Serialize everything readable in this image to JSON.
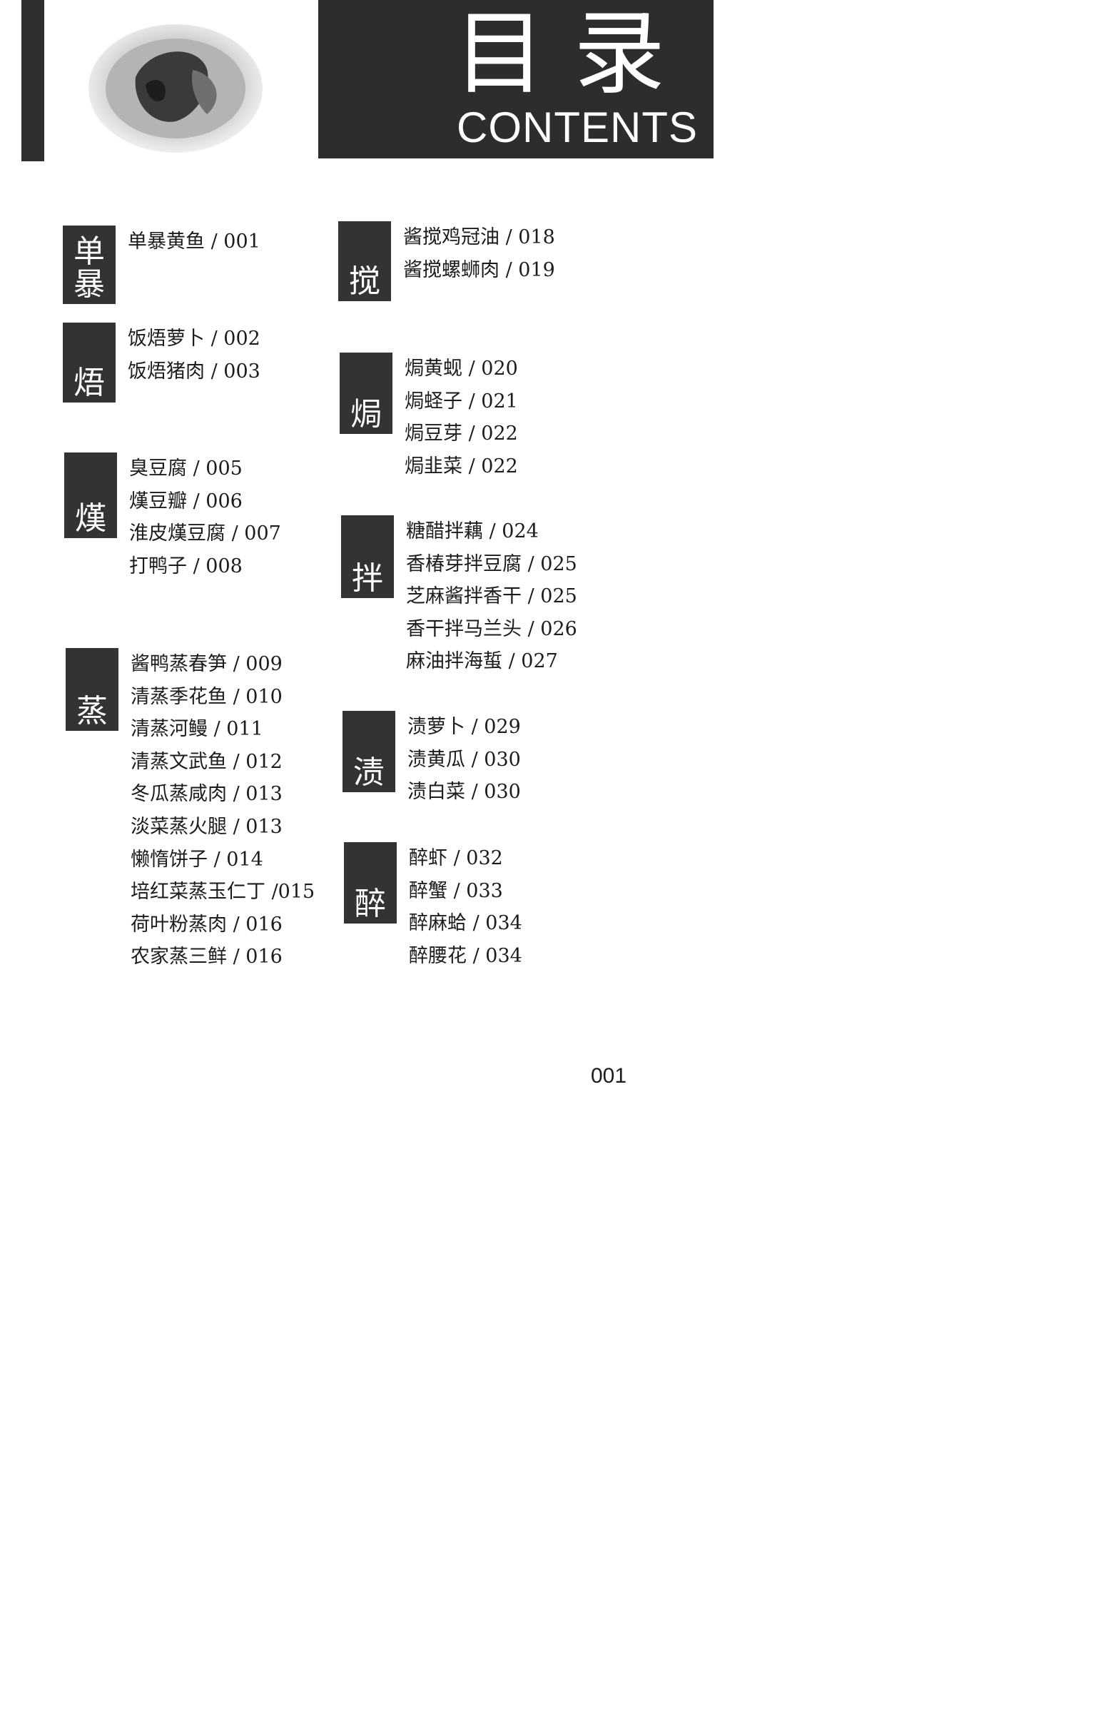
{
  "header": {
    "title_zh": "目录",
    "title_en": "CONTENTS"
  },
  "left_column": [
    {
      "category": [
        "单",
        "暴"
      ],
      "entries": [
        "单暴黄鱼 / 001"
      ]
    },
    {
      "category": [
        "焐"
      ],
      "entries": [
        "饭焐萝卜 / 002",
        "饭焐猪肉 / 003"
      ]
    },
    {
      "category": [
        "熯"
      ],
      "entries": [
        "臭豆腐 / 005",
        "熯豆瓣 / 006",
        "淮皮熯豆腐 / 007",
        "打鸭子 / 008"
      ]
    },
    {
      "category": [
        "蒸"
      ],
      "entries": [
        "酱鸭蒸春笋 / 009",
        "清蒸季花鱼 / 010",
        "清蒸河鳗 / 011",
        "清蒸文武鱼 / 012",
        "冬瓜蒸咸肉 / 013",
        "淡菜蒸火腿 / 013",
        "懒惰饼子 / 014",
        "培红菜蒸玉仁丁 /015",
        "荷叶粉蒸肉 / 016",
        "农家蒸三鲜 / 016"
      ]
    }
  ],
  "right_column": [
    {
      "category": [
        "搅"
      ],
      "entries": [
        "酱搅鸡冠油 / 018",
        "酱搅螺蛳肉 / 019"
      ]
    },
    {
      "category": [
        "焗"
      ],
      "entries": [
        "焗黄蚬 / 020",
        "焗蛏子 / 021",
        "焗豆芽 / 022",
        "焗韭菜 / 022"
      ]
    },
    {
      "category": [
        "拌"
      ],
      "entries": [
        "糖醋拌藕 / 024",
        "香椿芽拌豆腐 / 025",
        "芝麻酱拌香干 / 025",
        "香干拌马兰头 / 026",
        "麻油拌海蜇 / 027"
      ]
    },
    {
      "category": [
        "渍"
      ],
      "entries": [
        "渍萝卜 / 029",
        "渍黄瓜 / 030",
        "渍白菜 / 030"
      ]
    },
    {
      "category": [
        "醉"
      ],
      "entries": [
        "醉虾 / 032",
        "醉蟹 / 033",
        "醉麻蛤 / 034",
        "醉腰花 / 034"
      ]
    }
  ],
  "footer": {
    "page_number": "001"
  },
  "icons": {
    "food_photo": "food-plate-photo-icon"
  },
  "colors": {
    "band": "#2d2d2d",
    "tag": "#333333",
    "text": "#1c1c1c"
  }
}
